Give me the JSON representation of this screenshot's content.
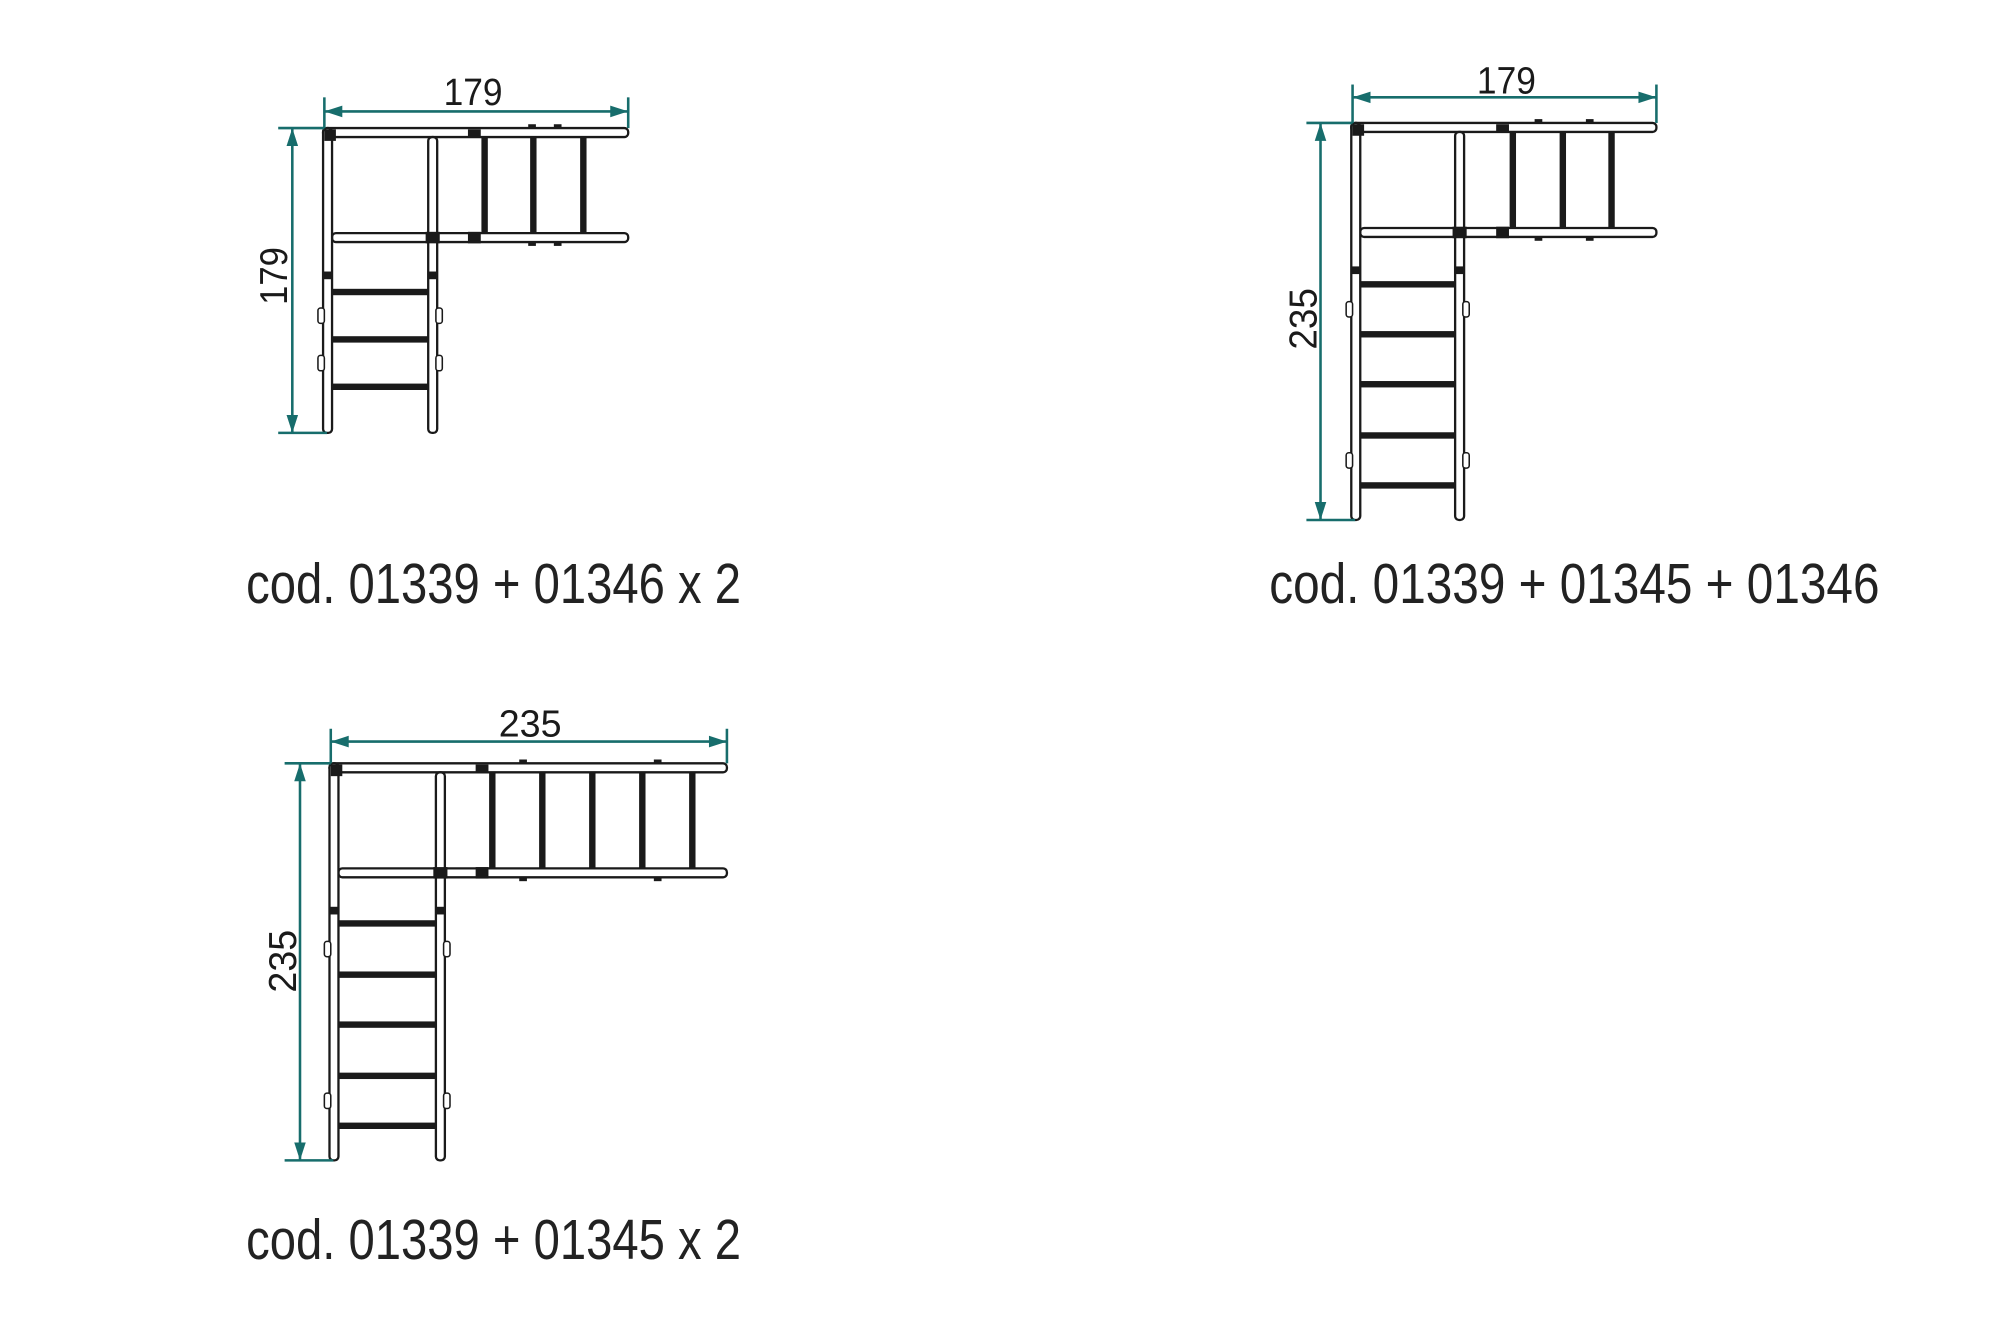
{
  "colors": {
    "dimension": "#176d6c",
    "structure": "#1a1a1a",
    "background": "#ffffff"
  },
  "configurations": [
    {
      "caption": "cod. 01339 + 01346 x 2",
      "width_label": "179",
      "height_label": "179"
    },
    {
      "caption": "cod. 01339 + 01345 + 01346",
      "width_label": "179",
      "height_label": "235"
    },
    {
      "caption": "cod. 01339 + 01345 x 2",
      "width_label": "235",
      "height_label": "235"
    }
  ]
}
